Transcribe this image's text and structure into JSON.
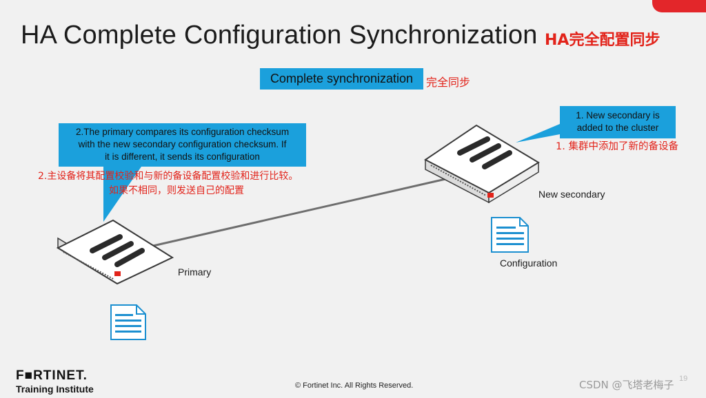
{
  "slide": {
    "title": "HA Complete Configuration Synchronization",
    "title_cn": "HA完全配置同步",
    "sync_label": "Complete synchronization",
    "sync_label_cn": "完全同步",
    "page_number": "19"
  },
  "callouts": {
    "primary": {
      "lines": [
        "2.The primary compares its configuration checksum",
        "with the new secondary configuration checksum. If",
        "it is different, it sends its configuration"
      ],
      "cn_lines": [
        "2.主设备将其配置校验和与新的备设备配置校验和进行比较。",
        "如果不相同，则发送自己的配置"
      ]
    },
    "secondary": {
      "lines": [
        "1. New secondary is",
        "added to the cluster"
      ],
      "cn": "1. 集群中添加了新的备设备"
    }
  },
  "devices": {
    "primary_label": "Primary",
    "secondary_label": "New secondary",
    "configuration_label": "Configuration"
  },
  "footer": {
    "brand": "F■RTINET.",
    "brand_sub": "Training Institute",
    "copyright": "© Fortinet Inc. All Rights Reserved.",
    "watermark": "CSDN @飞塔老梅子"
  },
  "colors": {
    "accent_blue": "#1ba0dc",
    "red": "#e2231a",
    "background": "#f1f1f1"
  },
  "icons": [
    "firewall-device-icon",
    "document-icon",
    "fortinet-logo"
  ]
}
